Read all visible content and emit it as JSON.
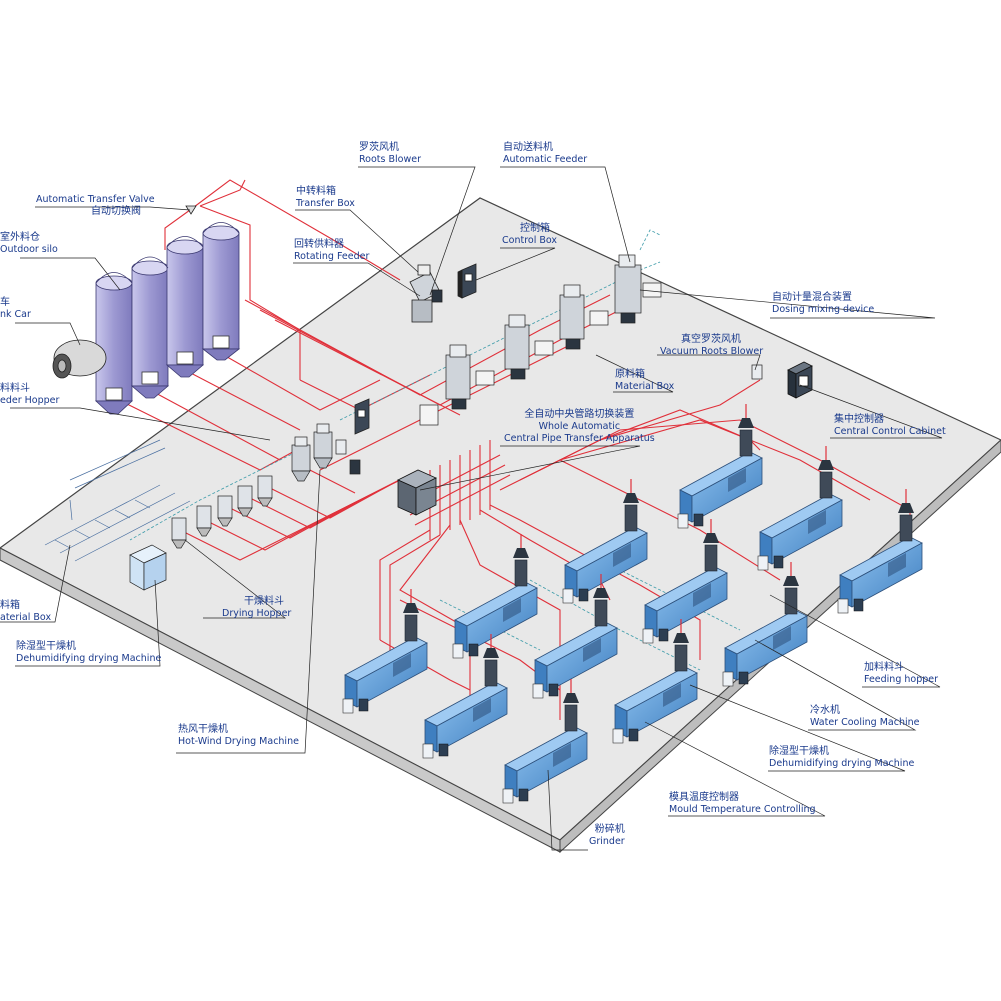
{
  "colors": {
    "floor_top": "#e8e8e8",
    "floor_side": "#c9c9c9",
    "floor_edge": "#444444",
    "pipe": "#e0303a",
    "pipe_dashed": "#3a9aa8",
    "machine_blue": "#5b9ad6",
    "machine_dark": "#2c4f7a",
    "silo": "#a9a6d8",
    "label_text": "#1a3a8c",
    "leader_line": "#222222"
  },
  "labels": [
    {
      "id": "automatic-transfer-valve",
      "zh": "自动切换阀",
      "en": "Automatic Transfer Valve",
      "order": "en-first"
    },
    {
      "id": "outdoor-silo",
      "zh": "室外料仓",
      "en": "Outdoor silo",
      "order": "zh-first"
    },
    {
      "id": "tank-car",
      "zh": "车",
      "en": "nk Car",
      "order": "zh-first"
    },
    {
      "id": "feeder-hopper",
      "zh": "料料斗",
      "en": "eder Hopper",
      "order": "zh-first"
    },
    {
      "id": "roots-blower",
      "zh": "罗茨风机",
      "en": "Roots Blower",
      "order": "zh-first"
    },
    {
      "id": "automatic-feeder",
      "zh": "自动送料机",
      "en": "Automatic Feeder",
      "order": "zh-first"
    },
    {
      "id": "transfer-box",
      "zh": "中转料箱",
      "en": "Transfer Box",
      "order": "zh-first"
    },
    {
      "id": "control-box",
      "zh": "控制箱",
      "en": "Control Box",
      "order": "zh-first"
    },
    {
      "id": "rotating-feeder",
      "zh": "回转供料器",
      "en": "Rotating Feeder",
      "order": "zh-first"
    },
    {
      "id": "dosing-mixing-device",
      "zh": "自动计量混合装置",
      "en": "Dosing mixing device",
      "order": "zh-first"
    },
    {
      "id": "vacuum-roots-blower",
      "zh": "真空罗茨风机",
      "en": "Vacuum Roots Blower",
      "order": "zh-first"
    },
    {
      "id": "material-box-top",
      "zh": "原料箱",
      "en": "Material Box",
      "order": "zh-first"
    },
    {
      "id": "central-pipe-transfer",
      "zh": "全自动中央管路切换装置",
      "en": "Whole Automatic",
      "en2": "Central Pipe Transfer Apparatus",
      "order": "zh-first"
    },
    {
      "id": "central-control-cabinet",
      "zh": "集中控制器",
      "en": "Central Control Cabinet",
      "order": "zh-first"
    },
    {
      "id": "material-box-left",
      "zh": "料箱",
      "en": "aterial Box",
      "order": "zh-first"
    },
    {
      "id": "drying-hopper",
      "zh": "干燥料斗",
      "en": "Drying Hopper",
      "order": "zh-first"
    },
    {
      "id": "dehumidifying-left",
      "zh": "除湿型干燥机",
      "en": "Dehumidifying drying Machine",
      "order": "zh-first"
    },
    {
      "id": "hot-wind-drying",
      "zh": "热风干燥机",
      "en": "Hot-Wind Drying Machine",
      "order": "zh-first"
    },
    {
      "id": "feeding-hopper",
      "zh": "加料料斗",
      "en": "Feeding hopper",
      "order": "zh-first"
    },
    {
      "id": "water-cooling",
      "zh": "冷水机",
      "en": "Water Cooling Machine",
      "order": "zh-first"
    },
    {
      "id": "dehumidifying-right",
      "zh": "除湿型干燥机",
      "en": "Dehumidifying drying Machine",
      "order": "zh-first"
    },
    {
      "id": "mould-temperature",
      "zh": "模具温度控制器",
      "en": "Mould Temperature Controlling",
      "order": "zh-first"
    },
    {
      "id": "grinder",
      "zh": "粉碎机",
      "en": "Grinder",
      "order": "zh-first"
    }
  ]
}
